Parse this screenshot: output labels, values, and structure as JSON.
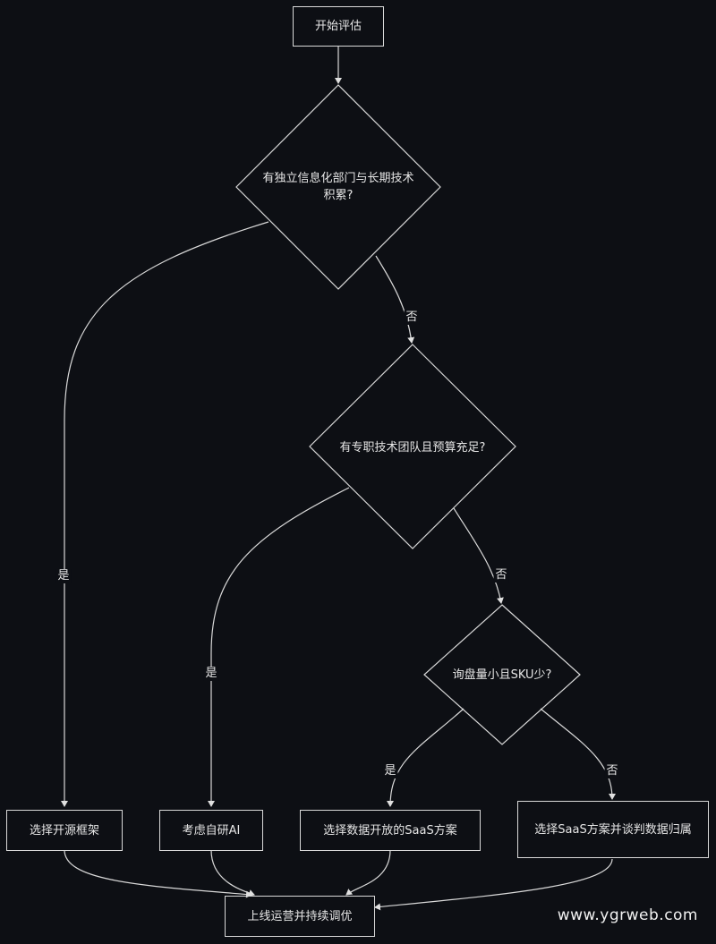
{
  "nodes": {
    "start": "开始评估",
    "q1": "有独立信息化部门与长期技术积累?",
    "q2": "有专职技术团队且预算充足?",
    "q3": "询盘量小且SKU少?",
    "a_open_source": "选择开源框架",
    "a_self_ai": "考虑自研AI",
    "a_saas_open": "选择数据开放的SaaS方案",
    "a_saas_negotiate": "选择SaaS方案并谈判数据归属",
    "end": "上线运营并持续调优"
  },
  "edges": {
    "q1_yes": "是",
    "q1_no": "否",
    "q2_yes": "是",
    "q2_no": "否",
    "q3_yes": "是",
    "q3_no": "否"
  },
  "watermark": "www.ygrweb.com",
  "colors": {
    "background": "#0d0f14",
    "stroke": "#d9d9d9",
    "text": "#e6e6e6"
  }
}
